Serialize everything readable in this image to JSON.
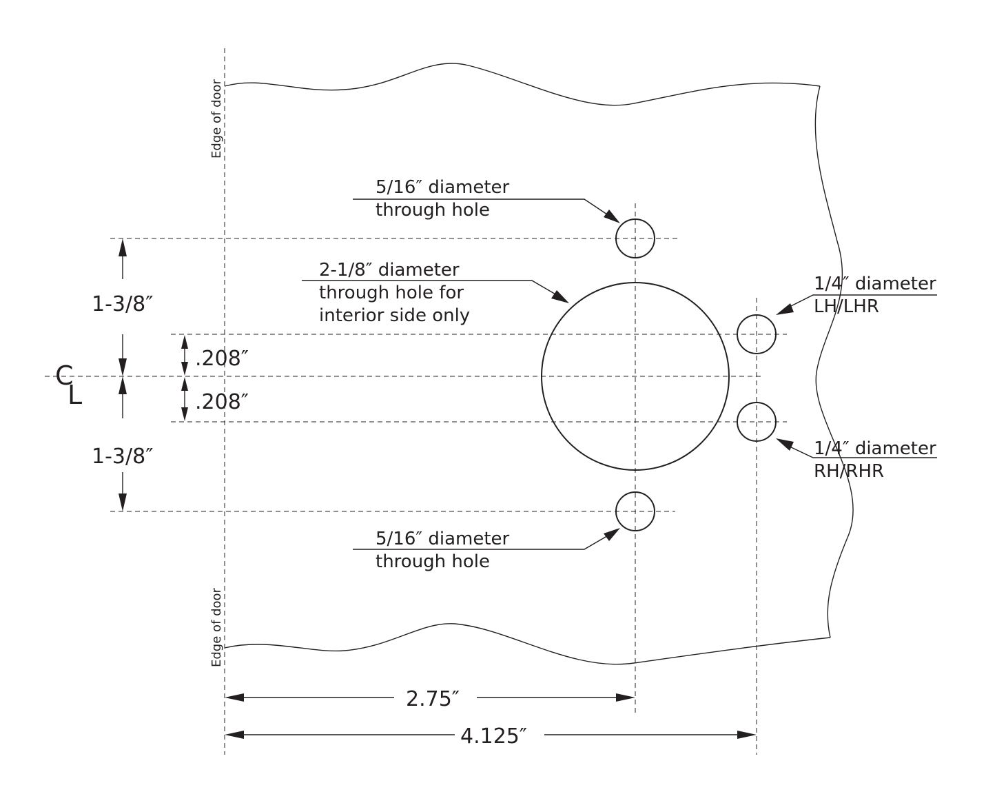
{
  "diagram": {
    "edge_label_top": "Edge of door",
    "edge_label_bottom": "Edge of door",
    "centerline_symbol": [
      "C",
      "L"
    ],
    "dimensions": {
      "top_vertical": "1-3/8″",
      "bottom_vertical": "1-3/8″",
      "upper_small": ".208″",
      "lower_small": ".208″",
      "horizontal_center": "2.75″",
      "horizontal_side": "4.125″"
    },
    "callouts": {
      "top_hole": [
        "5/16″ diameter",
        "through hole"
      ],
      "big_hole": [
        "2-1/8″ diameter",
        "through hole for",
        "interior side only"
      ],
      "bottom_hole": [
        "5/16″ diameter",
        "through hole"
      ],
      "lh_hole": [
        "1/4″ diameter",
        "LH/LHR"
      ],
      "rh_hole": [
        "1/4″ diameter",
        "RH/RHR"
      ]
    },
    "line_color": "#231f20",
    "background": "#ffffff"
  }
}
